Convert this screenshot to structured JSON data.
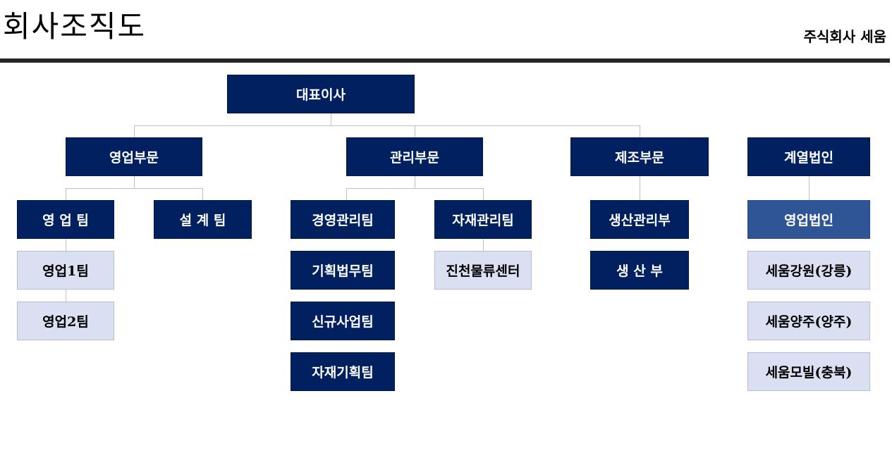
{
  "title": "회사조직도",
  "company": "주식회사 세움",
  "colors": {
    "dark_node": "#002060",
    "medium_node": "#2f5597",
    "light_node": "#dae0f2",
    "connector": "#bfbfbf",
    "header_rule": "#262626"
  },
  "org": {
    "ceo": "대표이사",
    "divisions": {
      "sales": "영업부문",
      "management": "관리부문",
      "manufacturing": "제조부문",
      "affiliates": "계열법인"
    },
    "sales": {
      "sales_team": "영 업 팀",
      "design_team": "설 계 팀",
      "sales_team_1": "영업1팀",
      "sales_team_2": "영업2팀"
    },
    "management": {
      "business_mgmt_team": "경영관리팀",
      "planning_legal_team": "기획법무팀",
      "new_business_team": "신규사업팀",
      "materials_planning_team": "자재기획팀",
      "materials_mgmt_team": "자재관리팀",
      "jincheon_logistics_center": "진천물류센터"
    },
    "manufacturing": {
      "production_mgmt_dept": "생산관리부",
      "production_dept": "생 산 부"
    },
    "affiliates": {
      "sales_corporation": "영업법인",
      "gangwon": "세움강원(강릉)",
      "yangju": "세움양주(양주)",
      "mobil": "세움모빌(충북)"
    }
  }
}
